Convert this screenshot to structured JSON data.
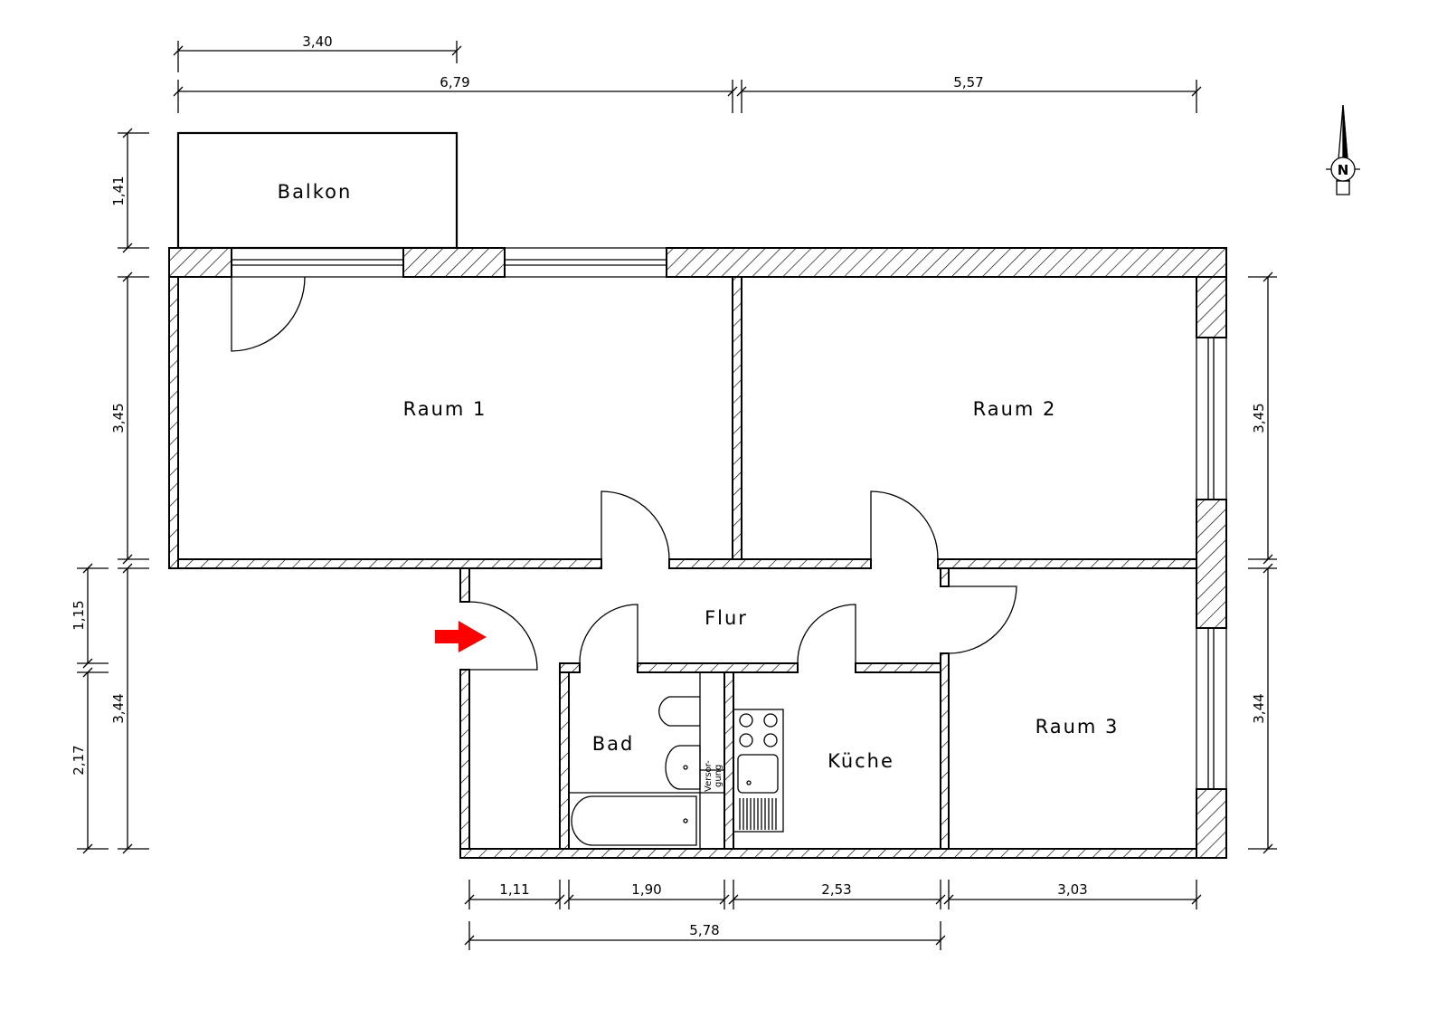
{
  "rooms": {
    "balkon": "Balkon",
    "raum1": "Raum 1",
    "raum2": "Raum 2",
    "raum3": "Raum 3",
    "flur": "Flur",
    "bad": "Bad",
    "kueche": "Küche",
    "versorgung_1": "Versor-",
    "versorgung_2": "gung"
  },
  "dimensions": {
    "top_balkon": "3,40",
    "top_left": "6,79",
    "top_right": "5,57",
    "left_balkon": "1,41",
    "left_upper": "3,45",
    "left_lower": "3,44",
    "left_flur": "1,15",
    "left_bath": "2,17",
    "right_upper": "3,45",
    "right_lower": "3,44",
    "bottom_1": "1,11",
    "bottom_2": "1,90",
    "bottom_3": "2,53",
    "bottom_4": "3,03",
    "bottom_total": "5,78"
  },
  "north_label": "N",
  "colors": {
    "entrance_arrow": "#ff0000"
  }
}
